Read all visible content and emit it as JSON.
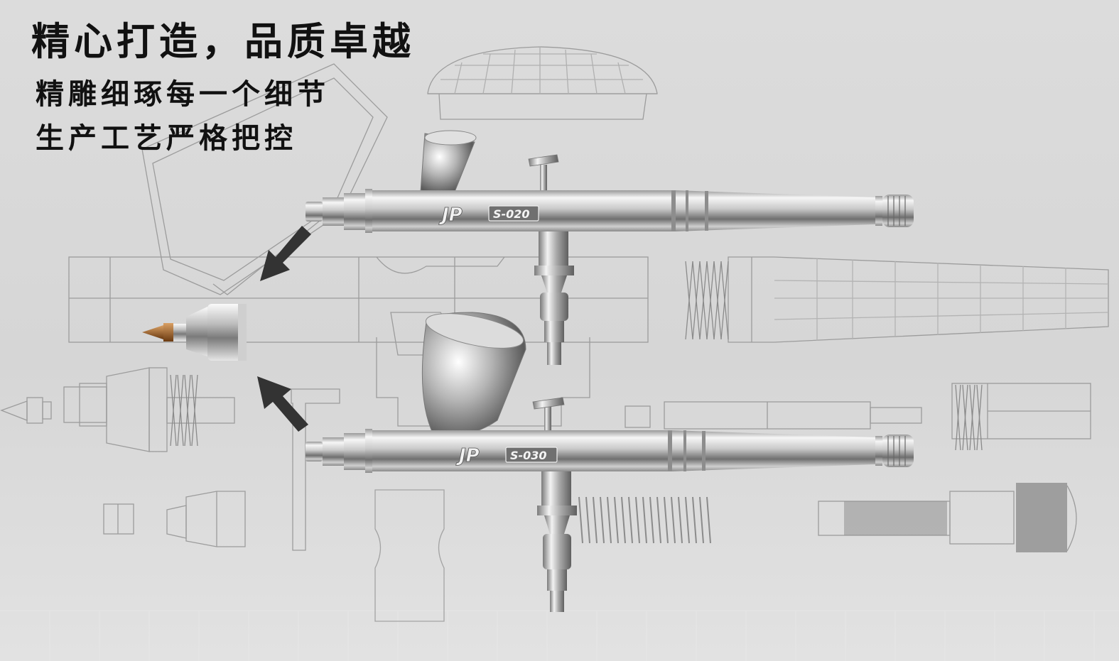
{
  "headline": "精心打造，品质卓越",
  "sublines": [
    "精雕细琢每一个细节",
    "生产工艺严格把控"
  ],
  "products": [
    {
      "brand": "JP",
      "model": "S-020"
    },
    {
      "brand": "JP",
      "model": "S-030"
    }
  ],
  "colors": {
    "background": "#d9d9d9",
    "blueprint_line": "#9a9a9a",
    "text": "#111111",
    "chrome_light": "#f4f4f4",
    "chrome_dark": "#6e6e6e",
    "needle_tip": "#b06a28"
  }
}
